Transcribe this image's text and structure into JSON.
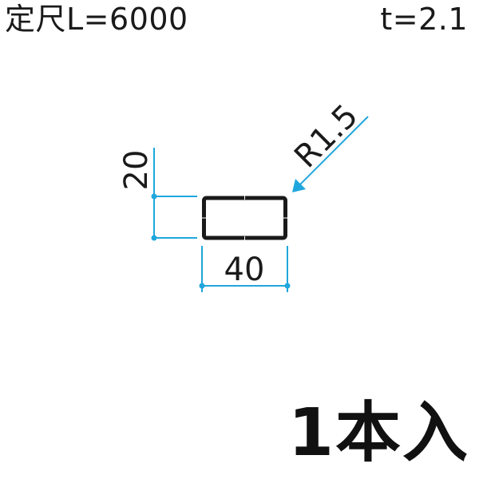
{
  "header": {
    "length_label": "定尺L=6000",
    "thickness_label": "t=2.1"
  },
  "drawing": {
    "shape": "rectangular-tube-cross-section",
    "height_dimension": "20",
    "width_dimension": "40",
    "corner_radius_label": "R1.5",
    "colors": {
      "profile_stroke": "#1a1a1a",
      "dimension_lines": "#1fa7dd"
    }
  },
  "footer": {
    "quantity_label": "1本入"
  }
}
